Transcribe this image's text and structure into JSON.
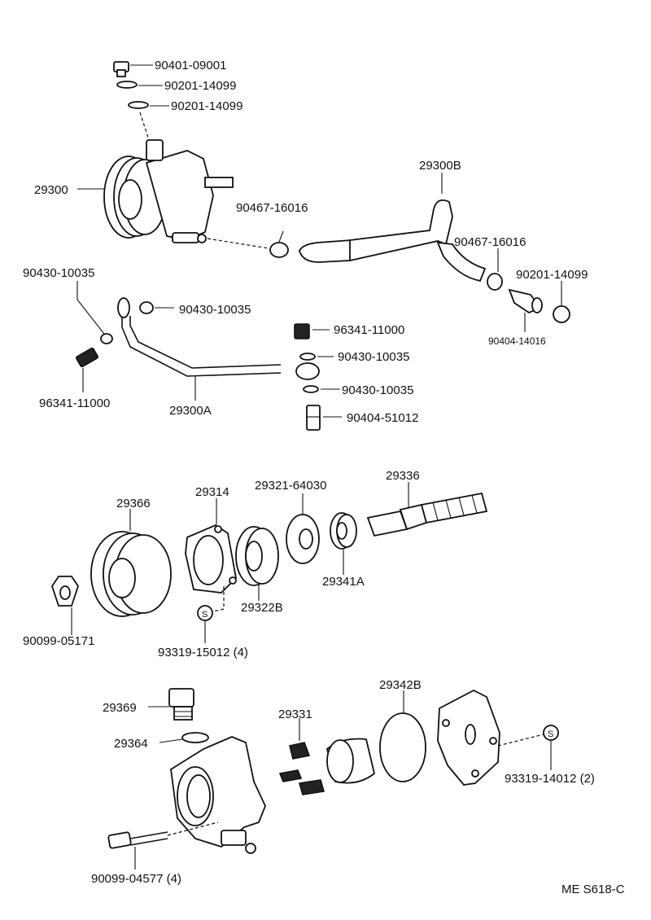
{
  "diagram_code": "ME S618-C",
  "labels": {
    "p_90401_09001": "90401-09001",
    "p_90201_14099_a": "90201-14099",
    "p_90201_14099_b": "90201-14099",
    "p_29300": "29300",
    "p_90467_16016_a": "90467-16016",
    "p_29300b": "29300B",
    "p_90467_16016_b": "90467-16016",
    "p_90201_14099_c": "90201-14099",
    "p_90404_14016": "90404-14016",
    "p_90430_10035_a": "90430-10035",
    "p_90430_10035_b": "90430-10035",
    "p_96341_11000_a": "96341-11000",
    "p_90430_10035_c": "90430-10035",
    "p_96341_11000_b": "96341-11000",
    "p_90430_10035_d": "90430-10035",
    "p_29300a": "29300A",
    "p_90404_51012": "90404-51012",
    "p_29366": "29366",
    "p_29314": "29314",
    "p_29321_64030": "29321-64030",
    "p_29336": "29336",
    "p_29341a": "29341A",
    "p_29322b": "29322B",
    "p_90099_05171": "90099-05171",
    "p_93319_15012": "93319-15012 (4)",
    "p_29369": "29369",
    "p_29331": "29331",
    "p_29342b": "29342B",
    "p_29364": "29364",
    "p_93319_14012": "93319-14012 (2)",
    "p_90099_04577": "90099-04577 (4)"
  }
}
